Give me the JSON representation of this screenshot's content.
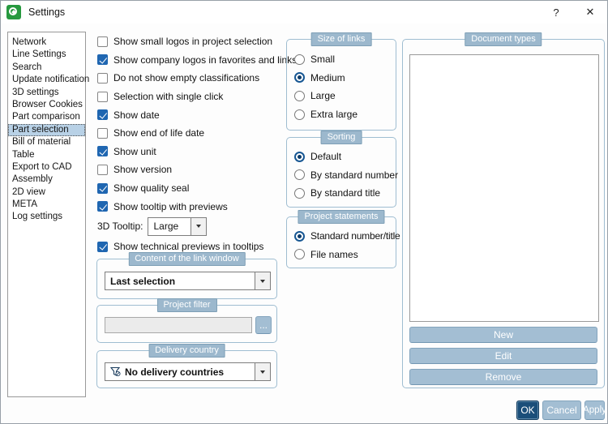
{
  "window": {
    "title": "Settings",
    "help_label": "?",
    "close_label": "✕"
  },
  "sidebar": {
    "items": [
      "Network",
      "Line Settings",
      "Search",
      "Update notification",
      "3D settings",
      "Browser Cookies",
      "Part comparison",
      "Part selection",
      "Bill of material",
      "Table",
      "Export to CAD",
      "Assembly",
      "2D view",
      "META",
      "Log settings"
    ],
    "selected": "Part selection",
    "selected_index": 7
  },
  "checkboxes": [
    {
      "label": "Show small logos in project selection",
      "checked": false
    },
    {
      "label": "Show company logos in favorites and links",
      "checked": true
    },
    {
      "label": "Do not show empty classifications",
      "checked": false
    },
    {
      "label": "Selection with single click",
      "checked": false
    },
    {
      "label": "Show date",
      "checked": true
    },
    {
      "label": "Show end of life date",
      "checked": false
    },
    {
      "label": "Show unit",
      "checked": true
    },
    {
      "label": "Show version",
      "checked": false
    },
    {
      "label": "Show quality seal",
      "checked": true
    },
    {
      "label": "Show tooltip with previews",
      "checked": true
    }
  ],
  "tooltip3d": {
    "label": "3D Tooltip:",
    "value": "Large"
  },
  "tech_previews": {
    "label": "Show technical previews in tooltips",
    "checked": true
  },
  "link_window": {
    "title": "Content of the link window",
    "value": "Last selection"
  },
  "project_filter": {
    "title": "Project filter",
    "value": "",
    "browse_label": "..."
  },
  "delivery_country": {
    "title": "Delivery country",
    "value": "No delivery countries",
    "icon": "no-delivery-filter-icon"
  },
  "size_of_links": {
    "title": "Size of links",
    "options": [
      {
        "label": "Small",
        "selected": false
      },
      {
        "label": "Medium",
        "selected": true
      },
      {
        "label": "Large",
        "selected": false
      },
      {
        "label": "Extra large",
        "selected": false
      }
    ]
  },
  "sorting": {
    "title": "Sorting",
    "options": [
      {
        "label": "Default",
        "selected": true
      },
      {
        "label": "By standard number",
        "selected": false
      },
      {
        "label": "By standard title",
        "selected": false
      }
    ]
  },
  "project_statements": {
    "title": "Project statements",
    "options": [
      {
        "label": "Standard number/title",
        "selected": true
      },
      {
        "label": "File names",
        "selected": false
      }
    ]
  },
  "document_types": {
    "title": "Document types",
    "items": [],
    "new_label": "New",
    "edit_label": "Edit",
    "remove_label": "Remove"
  },
  "footer": {
    "ok": "OK",
    "cancel": "Cancel",
    "apply": "Apply"
  },
  "colors": {
    "accent_checkbox": "#1f66b1",
    "radio_accent": "#175793",
    "group_header_bg": "#9cb8cd",
    "group_border": "#9fbdd1",
    "button_bg": "#a3bed3",
    "ok_button_bg": "#1b4e79",
    "selection_bg": "#b8d1e6",
    "app_icon_green": "#27993f"
  }
}
